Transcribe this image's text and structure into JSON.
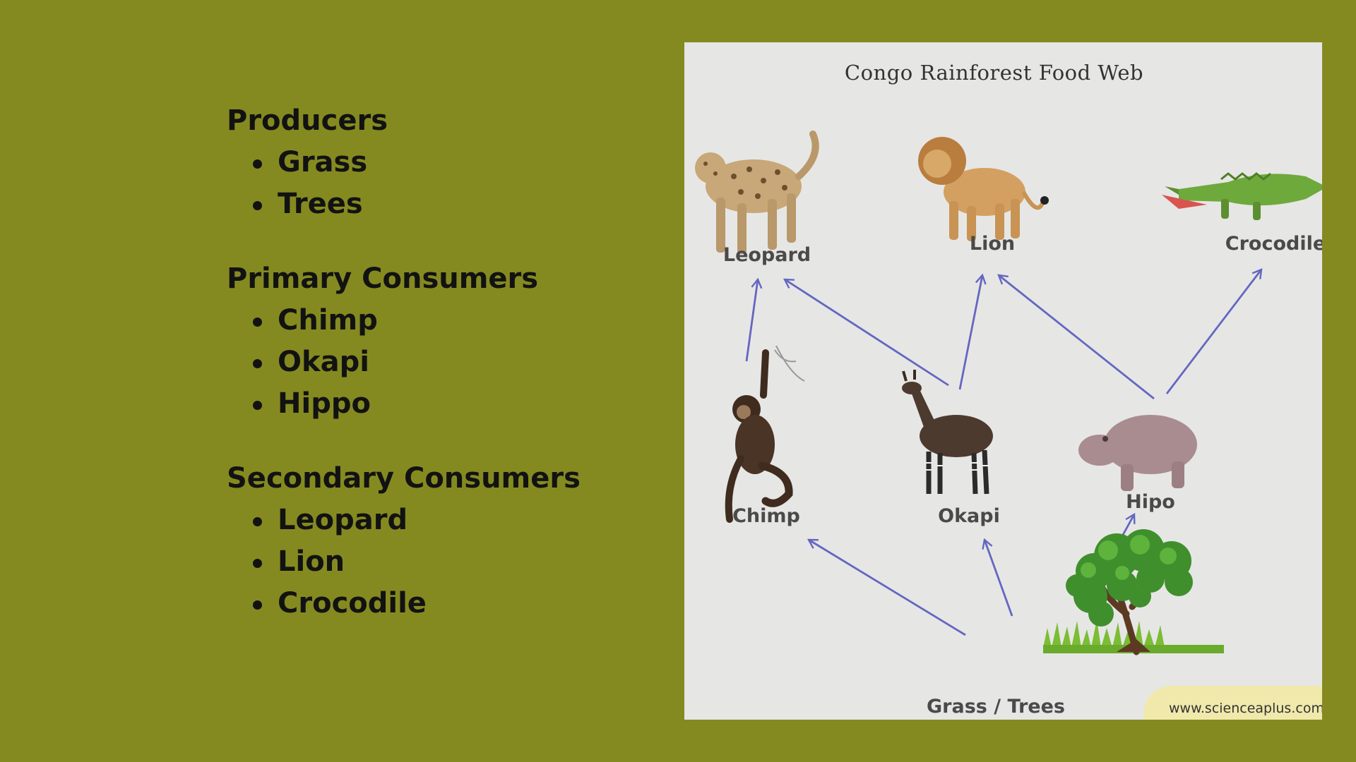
{
  "left_panel": {
    "sections": [
      {
        "title": "Producers",
        "items": [
          "Grass",
          "Trees"
        ]
      },
      {
        "title": "Primary Consumers",
        "items": [
          "Chimp",
          "Okapi",
          "Hippo"
        ]
      },
      {
        "title": "Secondary Consumers",
        "items": [
          "Leopard",
          "Lion",
          "Crocodile"
        ]
      }
    ]
  },
  "diagram": {
    "title": "Congo Rainforest Food Web",
    "nodes": {
      "leopard": "Leopard",
      "lion": "Lion",
      "crocodile": "Crocodile",
      "chimp": "Chimp",
      "okapi": "Okapi",
      "hipo": "Hipo",
      "producers": "Grass / Trees"
    },
    "credit": "www.scienceaplus.com",
    "arrow_color": "#6467c0",
    "edges": [
      [
        "producers",
        "chimp"
      ],
      [
        "producers",
        "okapi"
      ],
      [
        "producers",
        "hipo"
      ],
      [
        "chimp",
        "leopard"
      ],
      [
        "okapi",
        "leopard"
      ],
      [
        "okapi",
        "lion"
      ],
      [
        "hipo",
        "lion"
      ],
      [
        "hipo",
        "crocodile"
      ]
    ]
  }
}
